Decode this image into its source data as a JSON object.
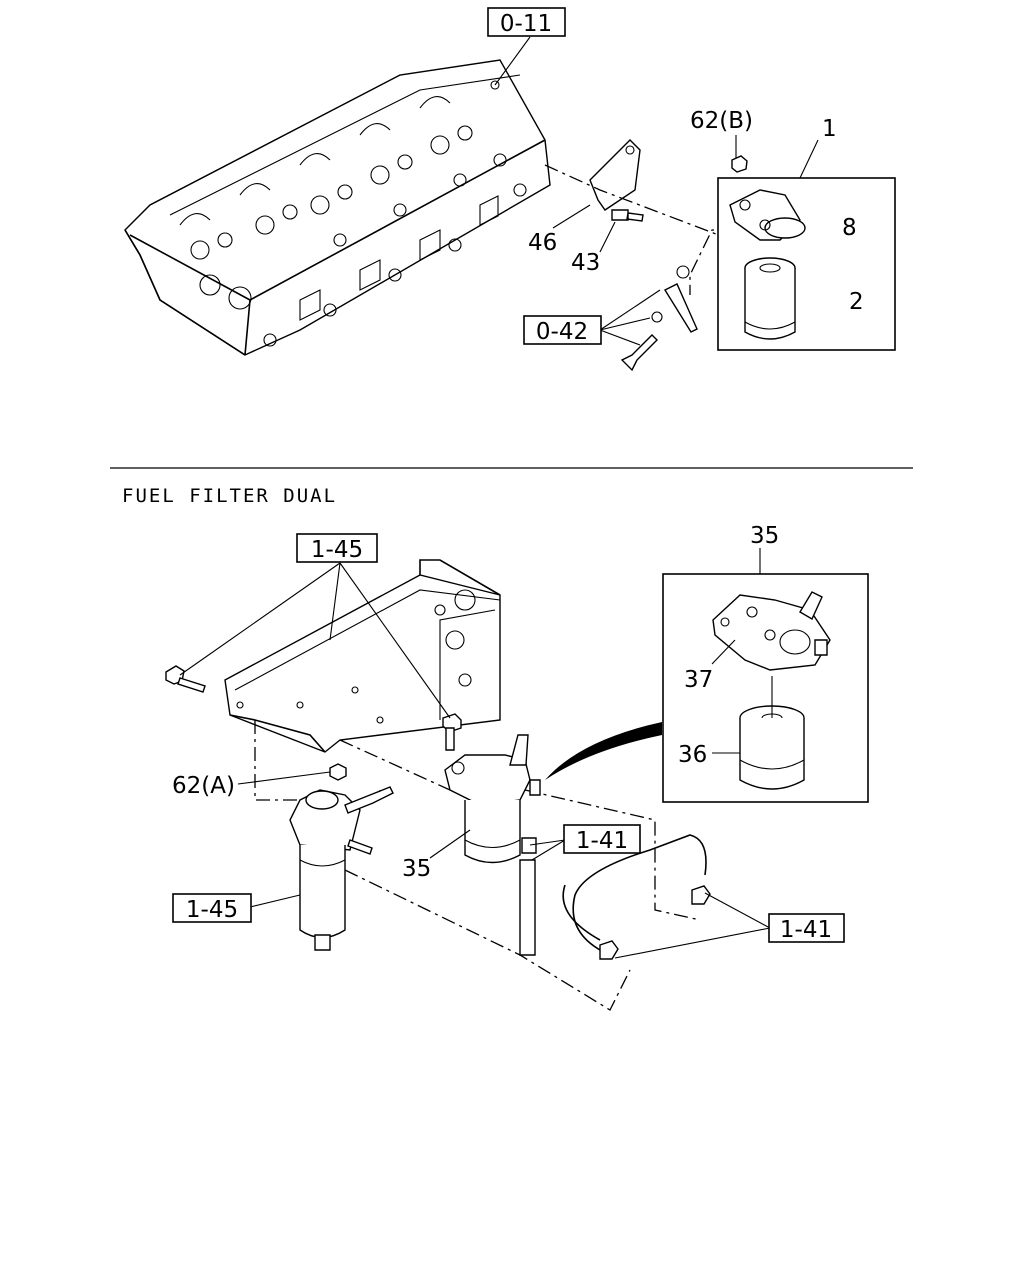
{
  "section_title": "FUEL FILTER DUAL",
  "refs": {
    "r_0_11": "0-11",
    "r_0_42": "0-42",
    "r_1_45_top": "1-45",
    "r_1_45_left": "1-45",
    "r_1_41_mid": "1-41",
    "r_1_41_right": "1-41"
  },
  "callouts": {
    "c_62b": "62(B)",
    "c_1": "1",
    "c_8": "8",
    "c_2": "2",
    "c_46": "46",
    "c_43": "43",
    "c_35_box": "35",
    "c_37": "37",
    "c_36": "36",
    "c_62a": "62(A)",
    "c_35_main": "35"
  }
}
